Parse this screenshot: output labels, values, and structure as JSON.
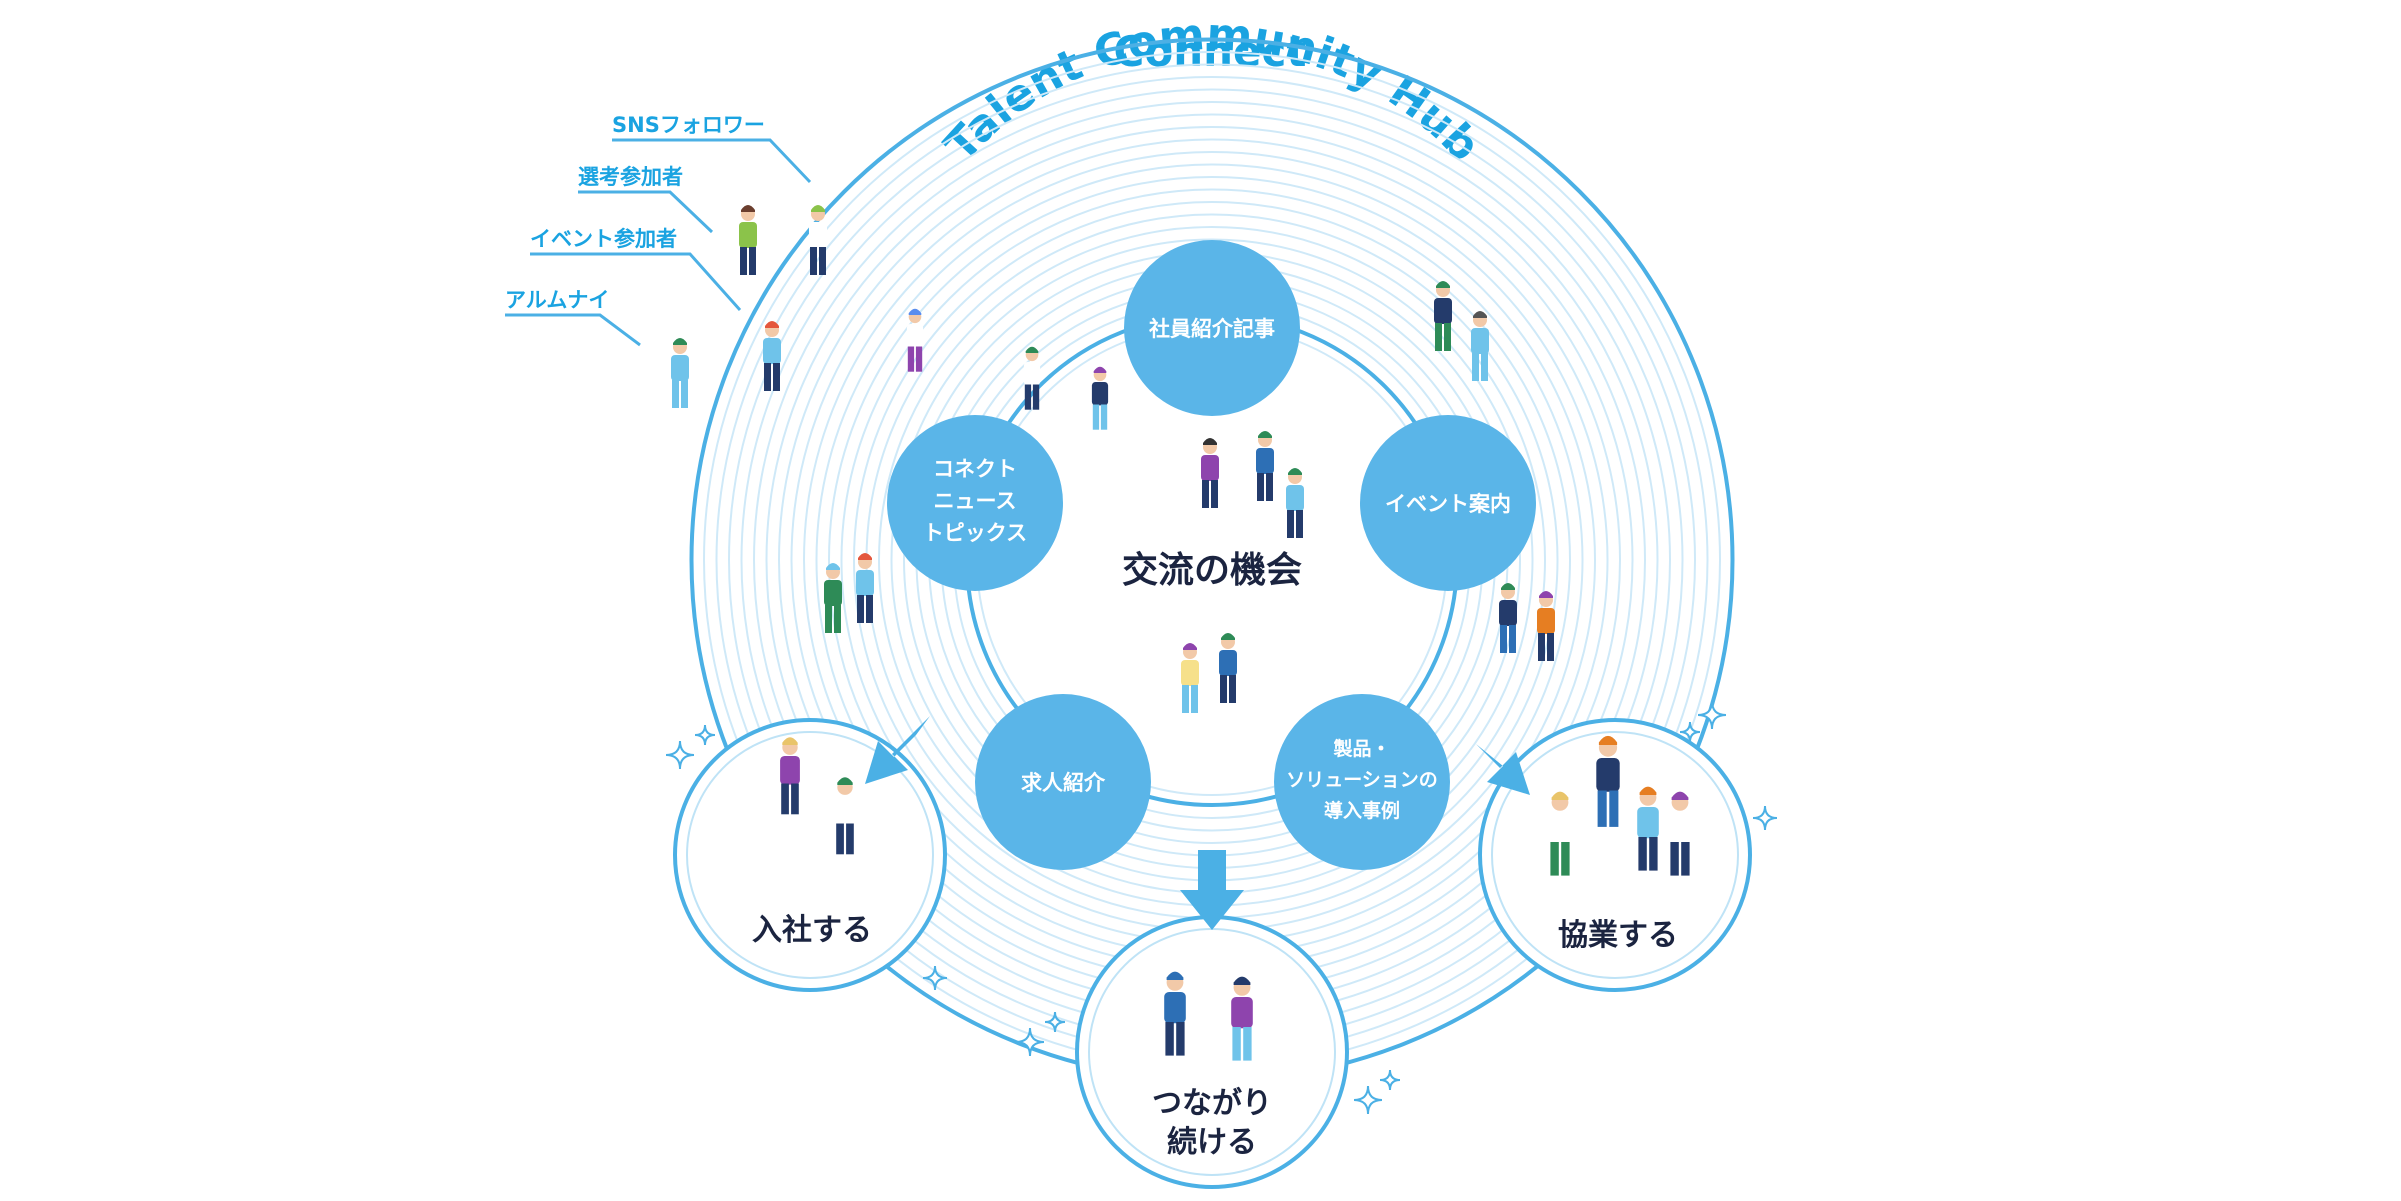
{
  "title": {
    "line1": "Connect",
    "line2": "Talent Community Hub"
  },
  "center_label": "交流の機会",
  "hubs": [
    {
      "lines": [
        "社員紹介記事"
      ]
    },
    {
      "lines": [
        "コネクト",
        "ニュース",
        "トピックス"
      ]
    },
    {
      "lines": [
        "イベント案内"
      ]
    },
    {
      "lines": [
        "求人紹介"
      ]
    },
    {
      "lines": [
        "製品・",
        "ソリューションの",
        "導入事例"
      ]
    }
  ],
  "sources": [
    "SNSフォロワー",
    "選考参加者",
    "イベント参加者",
    "アルムナイ"
  ],
  "outcomes": {
    "join": {
      "lines": [
        "入社する"
      ]
    },
    "connect": {
      "lines": [
        "つながり",
        "続ける"
      ]
    },
    "collab": {
      "lines": [
        "協業する"
      ]
    }
  },
  "colors": {
    "accent": "#1aa3e1",
    "hub_fill": "#5ab5e8",
    "ring_light": "#cfe9f8",
    "dark_text": "#1b2440",
    "line": "#4bb0e5"
  }
}
